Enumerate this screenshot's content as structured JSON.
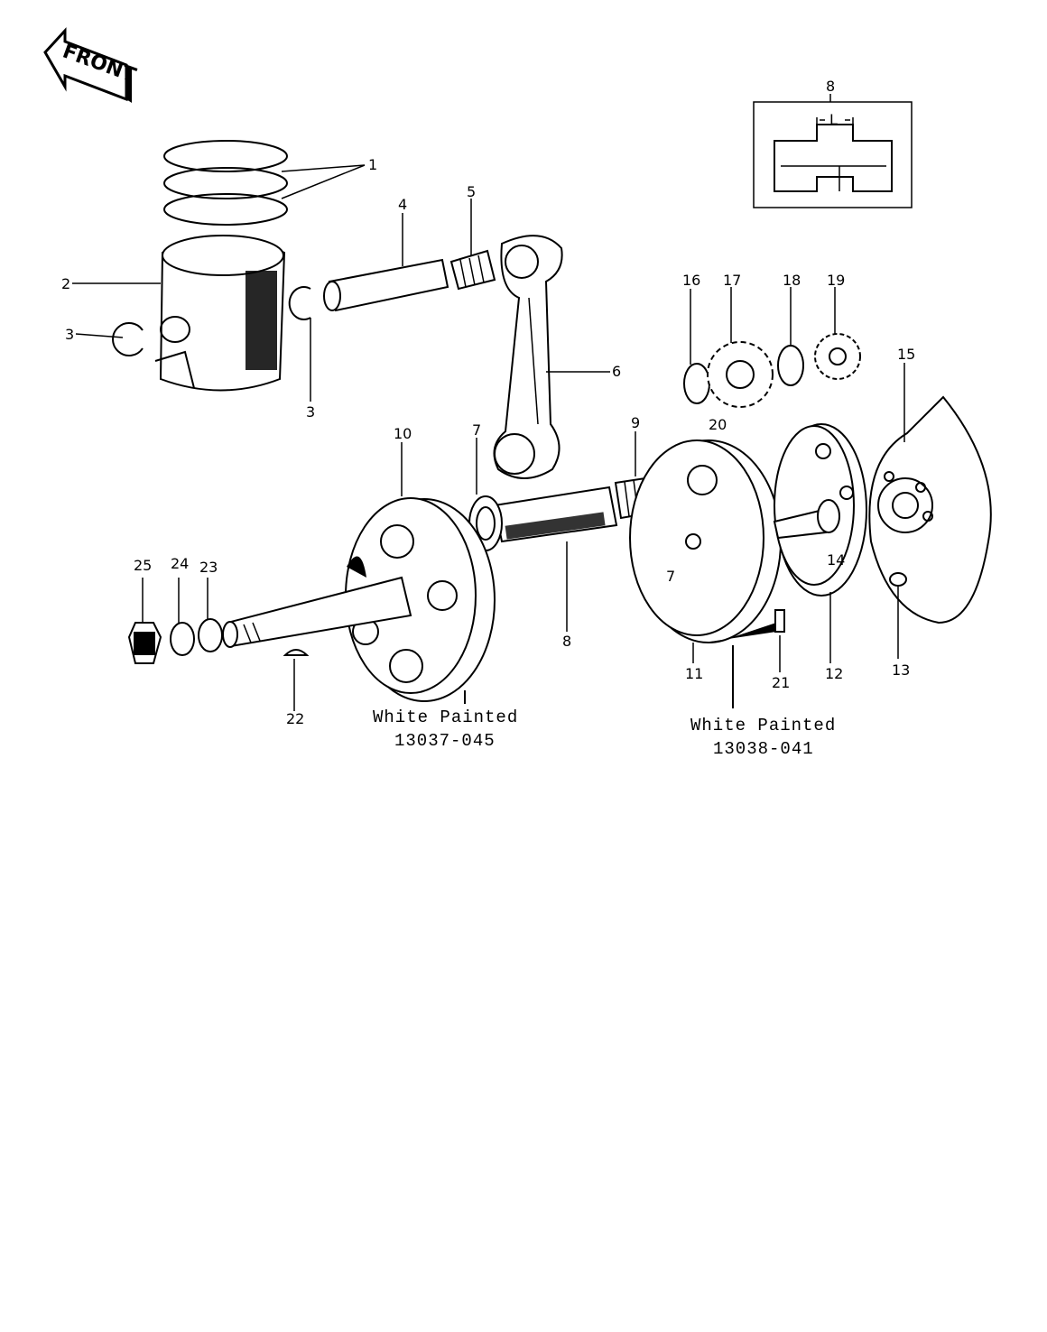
{
  "front_label": "FRONT",
  "parts": {
    "p1": "1",
    "p2": "2",
    "p3a": "3",
    "p3b": "3",
    "p4": "4",
    "p5": "5",
    "p6": "6",
    "p7a": "7",
    "p7b": "7",
    "p8a": "8",
    "p8b": "8",
    "p9": "9",
    "p10": "10",
    "p11": "11",
    "p12": "12",
    "p13": "13",
    "p14": "14",
    "p15": "15",
    "p16": "16",
    "p17": "17",
    "p18": "18",
    "p19": "19",
    "p20": "20",
    "p21": "21",
    "p22": "22",
    "p23": "23",
    "p24": "24",
    "p25": "25"
  },
  "inset": {
    "dimension_label": "L"
  },
  "notes": {
    "left_paint": "White Painted",
    "left_part_no": "13037-045",
    "right_paint": "White Painted",
    "right_part_no": "13038-041"
  }
}
